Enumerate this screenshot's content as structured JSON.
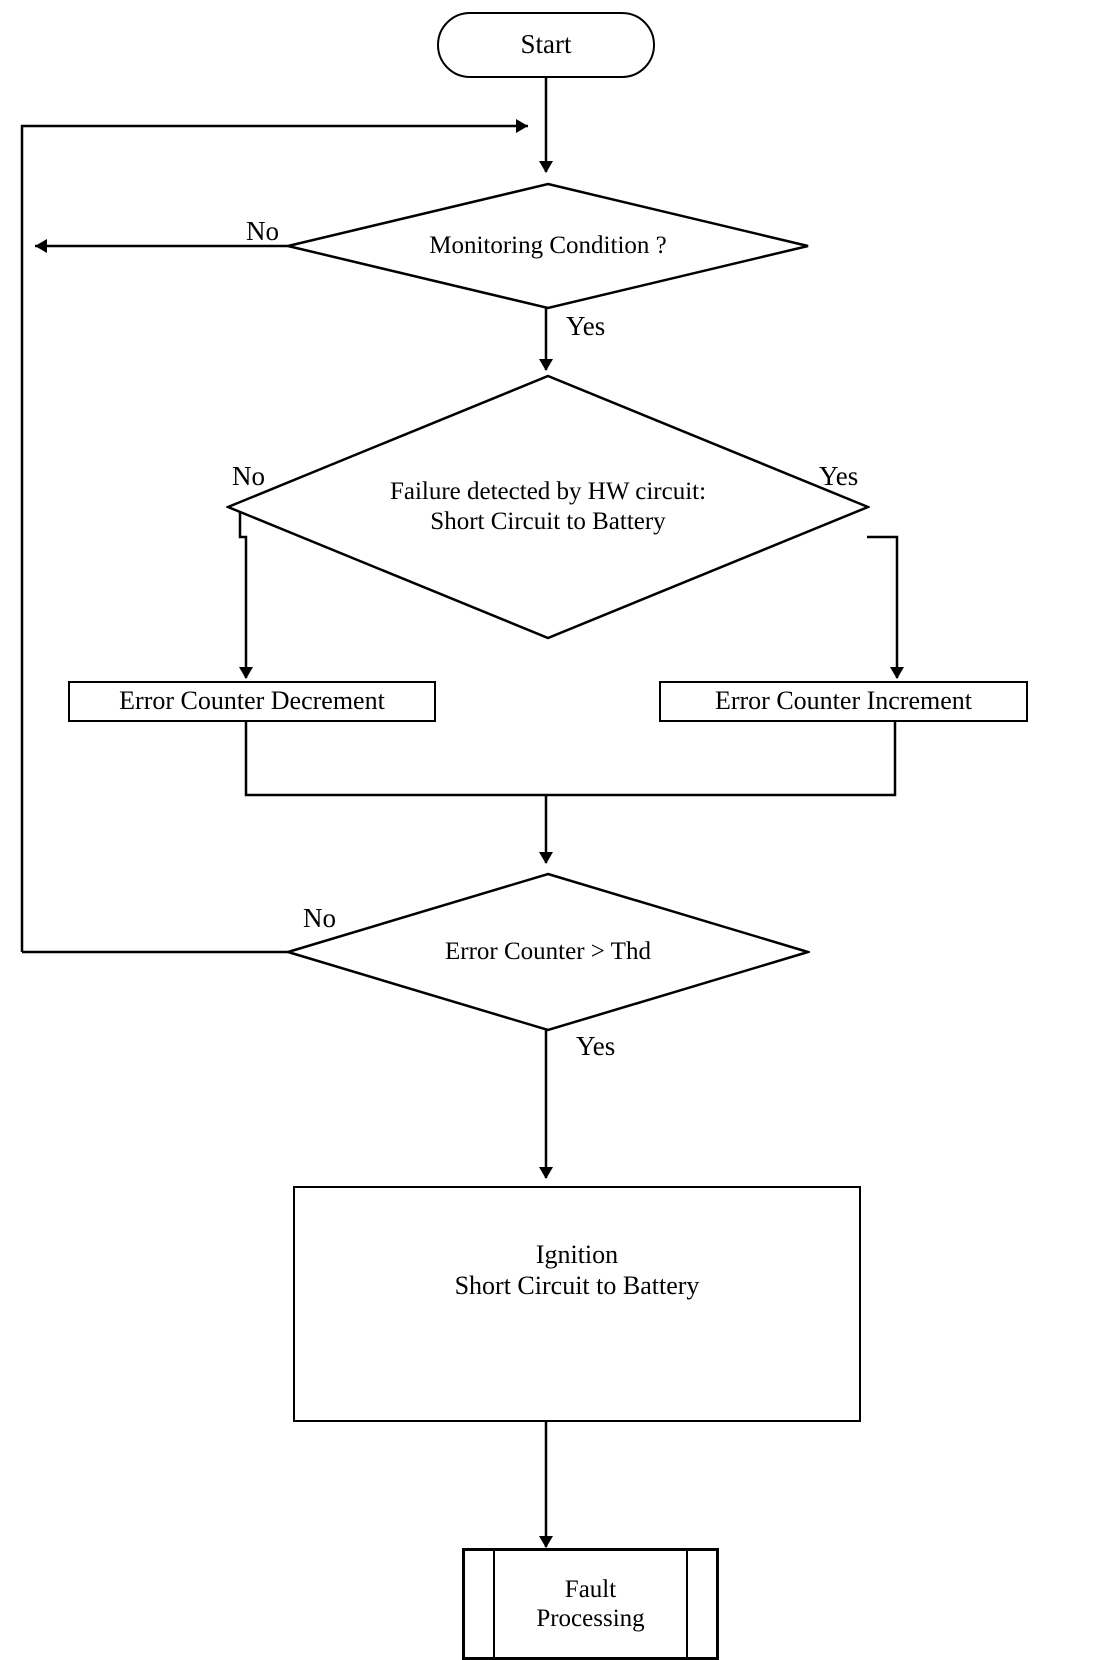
{
  "diagram": {
    "title": "Short Circuit to Battery monitoring flowchart",
    "type": "flowchart",
    "stroke_color": "#000000",
    "background_color": "#ffffff"
  },
  "nodes": {
    "start": {
      "label": "Start",
      "shape": "terminator"
    },
    "decision_monitoring": {
      "label": "Monitoring Condition ?",
      "shape": "decision"
    },
    "decision_failure": {
      "line1": "Failure detected by HW circuit:",
      "line2": "Short Circuit to Battery",
      "shape": "decision"
    },
    "process_decrement": {
      "label": "Error Counter Decrement",
      "shape": "process"
    },
    "process_increment": {
      "label": "Error Counter Increment",
      "shape": "process"
    },
    "decision_threshold": {
      "label": "Error Counter >  Thd",
      "shape": "decision"
    },
    "process_ignition": {
      "line1": "Ignition",
      "line2": "Short Circuit to Battery",
      "shape": "process"
    },
    "predefined_fault": {
      "line1": "Fault",
      "line2": "Processing",
      "shape": "predefined-process"
    }
  },
  "edge_labels": {
    "monitoring_no": "No",
    "monitoring_yes": "Yes",
    "failure_no": "No",
    "failure_yes": "Yes",
    "threshold_no": "No",
    "threshold_yes": "Yes"
  }
}
